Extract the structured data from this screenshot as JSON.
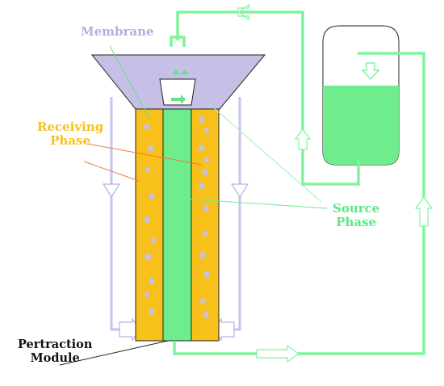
{
  "labels": {
    "membrane": "Membrane",
    "receiving_line1": "Receiving",
    "receiving_line2": "Phase",
    "source_line1": "Source",
    "source_line2": "Phase",
    "module_line1": "Pertraction",
    "module_line2": "Module"
  },
  "colors": {
    "membrane": "#c6bfe6",
    "membrane_text": "#b5aede",
    "receiving": "#f8c01a",
    "receiving_text": "#f4c21c",
    "source": "#6fec8c",
    "source_text": "#5ee586",
    "pipe_green": "#7ef59c",
    "pipe_purple": "#c7c2ee",
    "outline": "#222222",
    "leader_orange": "#f07a3c",
    "module_text": "#111111"
  }
}
